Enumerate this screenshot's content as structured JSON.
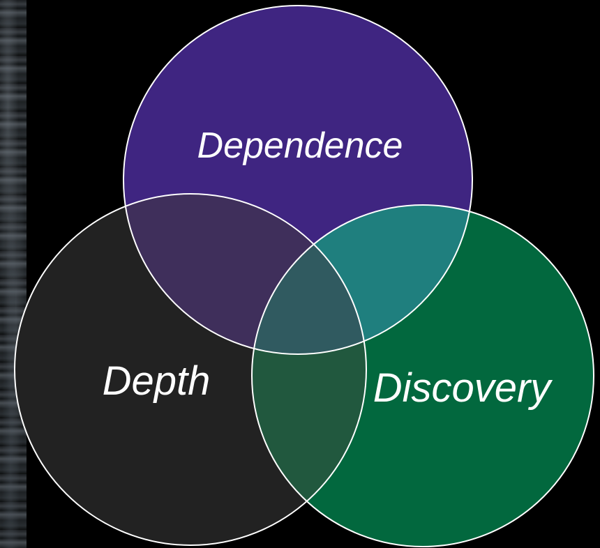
{
  "diagram": {
    "sets": [
      {
        "id": "dependence",
        "label": "Dependence",
        "color": "#3f2581"
      },
      {
        "id": "depth",
        "label": "Depth",
        "color": "#222222"
      },
      {
        "id": "discovery",
        "label": "Discovery",
        "color": "#02683e"
      }
    ],
    "overlap_colors": {
      "dependence_depth": "#3f2f5b",
      "dependence_discovery": "#1f7f7e",
      "depth_discovery": "#21583e",
      "center": "#305a60"
    },
    "outline_color": "#ffffff",
    "background_color": "#000000"
  }
}
